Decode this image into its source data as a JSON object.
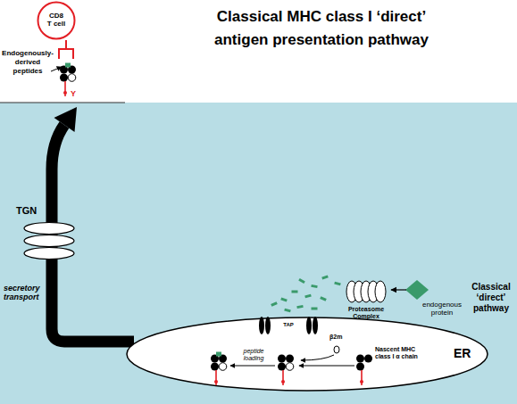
{
  "diagram": {
    "title": "Classical MHC class I ‘direct’ antigen presentation pathway",
    "nodes": [
      {
        "text": [
          "CD8 T cell"
        ]
      },
      {
        "text": [
          "TGN"
        ]
      },
      {
        "text": [
          "Proteasome Complex"
        ]
      },
      {
        "text": [
          "endogenous protein"
        ]
      },
      {
        "text": [
          "ER"
        ]
      },
      {
        "text": [
          "TAP"
        ],
        "in": 4
      }
    ],
    "edges": [
      {
        "from": 3,
        "to": 2,
        "arrow": "to"
      }
    ],
    "labels": [
      "Endogenously-derived peptides",
      "Y",
      "secretory transport",
      "Classical ‘direct’ pathway",
      "β2m",
      "peptide loading",
      "Nascent MHC class I α chain"
    ]
  }
}
